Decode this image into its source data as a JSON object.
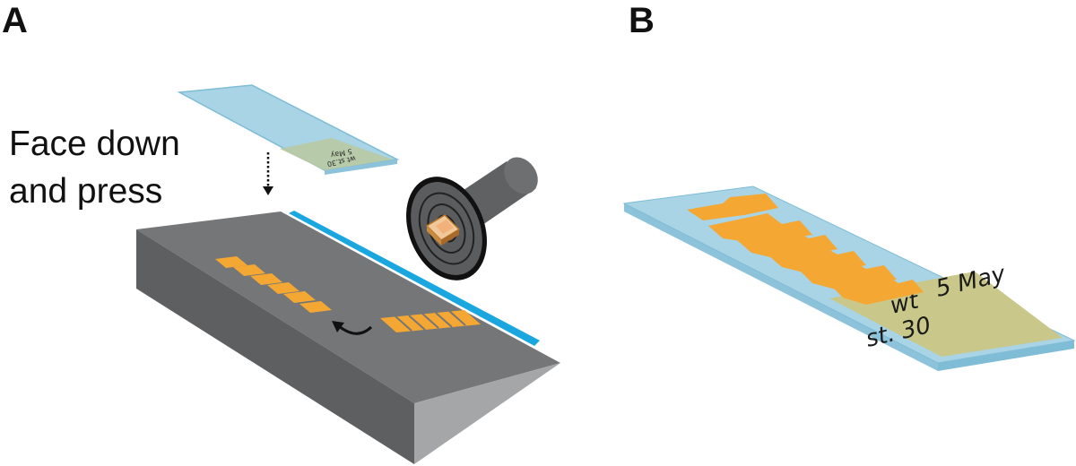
{
  "panel_a": {
    "label": "A",
    "instruction_line1": "Face down",
    "instruction_line2": "and press"
  },
  "panel_b": {
    "label": "B",
    "slide_label_line1": "5 May",
    "slide_label_line2": "wt",
    "slide_label_line3": "st. 30"
  },
  "colors": {
    "slide_glass": "#a8d4e6",
    "slide_edge": "#7fbcd6",
    "label_area": "#c9c88a",
    "section_orange": "#f5a733",
    "block_top": "#757678",
    "block_side": "#5e5f61",
    "block_end": "#a5a6a8",
    "blue_edge": "#1aa7e0",
    "microtome_body": "#606163"
  },
  "icons": {
    "arrow_down": "dotted-down-arrow-icon",
    "arrow_curve": "curved-arrow-icon"
  }
}
